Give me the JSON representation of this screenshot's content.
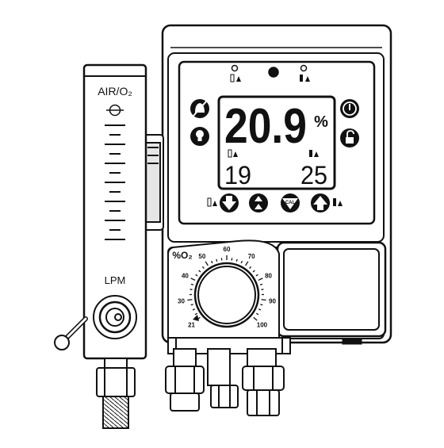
{
  "flowmeter": {
    "gas_label": "AIR/O₂",
    "unit_label": "LPM"
  },
  "display": {
    "o2_reading": "20.9",
    "o2_unit": "%",
    "low_alarm_setpoint": "19",
    "high_alarm_setpoint": "25",
    "cal_button_label": "CAL"
  },
  "blender": {
    "dial_title": "%O₂",
    "dial_scale": [
      "21",
      "30",
      "40",
      "50",
      "60",
      "70",
      "80",
      "90",
      "100"
    ]
  },
  "icons": {
    "left_top": "alarm-silence-icon",
    "left_bottom": "backlight-bulb-icon",
    "right_top": "power-icon",
    "right_bottom": "unlock-icon",
    "low_indicator": "low-alarm-indicator-icon",
    "high_indicator": "high-alarm-indicator-icon",
    "nav_down": "arrow-down-icon",
    "nav_up": "arrow-up-icon",
    "nav_select": "alarm-select-icon",
    "nav_cal": "calibrate-icon"
  },
  "colors": {
    "outline": "#111111",
    "housing": "#ffffff",
    "shade": "#e6e6e6"
  }
}
